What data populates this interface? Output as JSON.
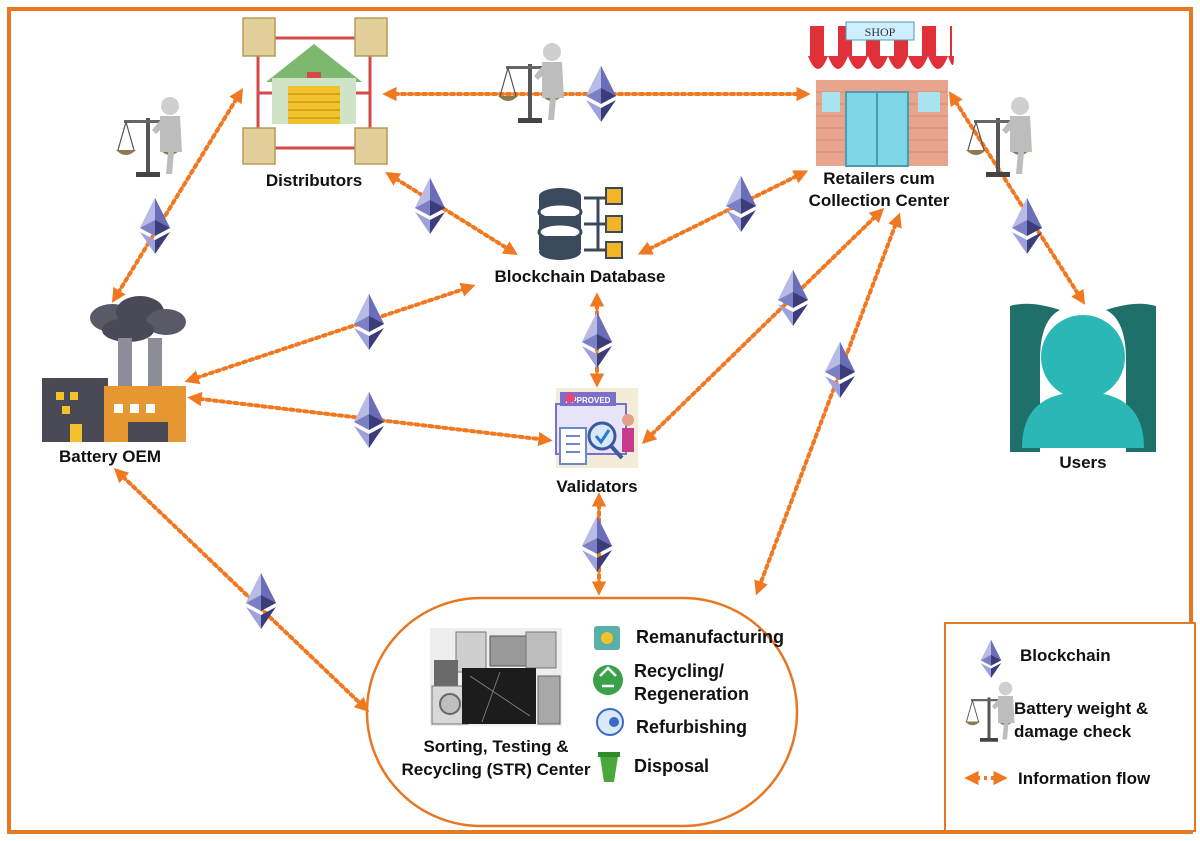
{
  "colors": {
    "frame": "#e87722",
    "arrow": "#f07820",
    "eth_dark": "#3c3c7a",
    "eth_mid": "#7b7fc4",
    "eth_light": "#b8bbe6",
    "user_teal": "#2bb7b5",
    "user_dark": "#1f6f6a"
  },
  "nodes": {
    "distributors": "Distributors",
    "retailers_line1": "Retailers cum",
    "retailers_line2": "Collection Center",
    "blockchain_db": "Blockchain Database",
    "battery_oem": "Battery OEM",
    "validators": "Validators",
    "users": "Users",
    "str_line1": "Sorting, Testing &",
    "str_line2": "Recycling (STR) Center",
    "shop_sign": "SHOP",
    "approved_sign": "APPROVED"
  },
  "str_outputs": {
    "remanufacturing": "Remanufacturing",
    "recycling_line1": "Recycling/",
    "recycling_line2": "Regeneration",
    "refurbishing": "Refurbishing",
    "disposal": "Disposal"
  },
  "legend": {
    "blockchain": "Blockchain",
    "weight_line1": "Battery weight &",
    "weight_line2": "damage check",
    "info_flow": "Information flow"
  }
}
